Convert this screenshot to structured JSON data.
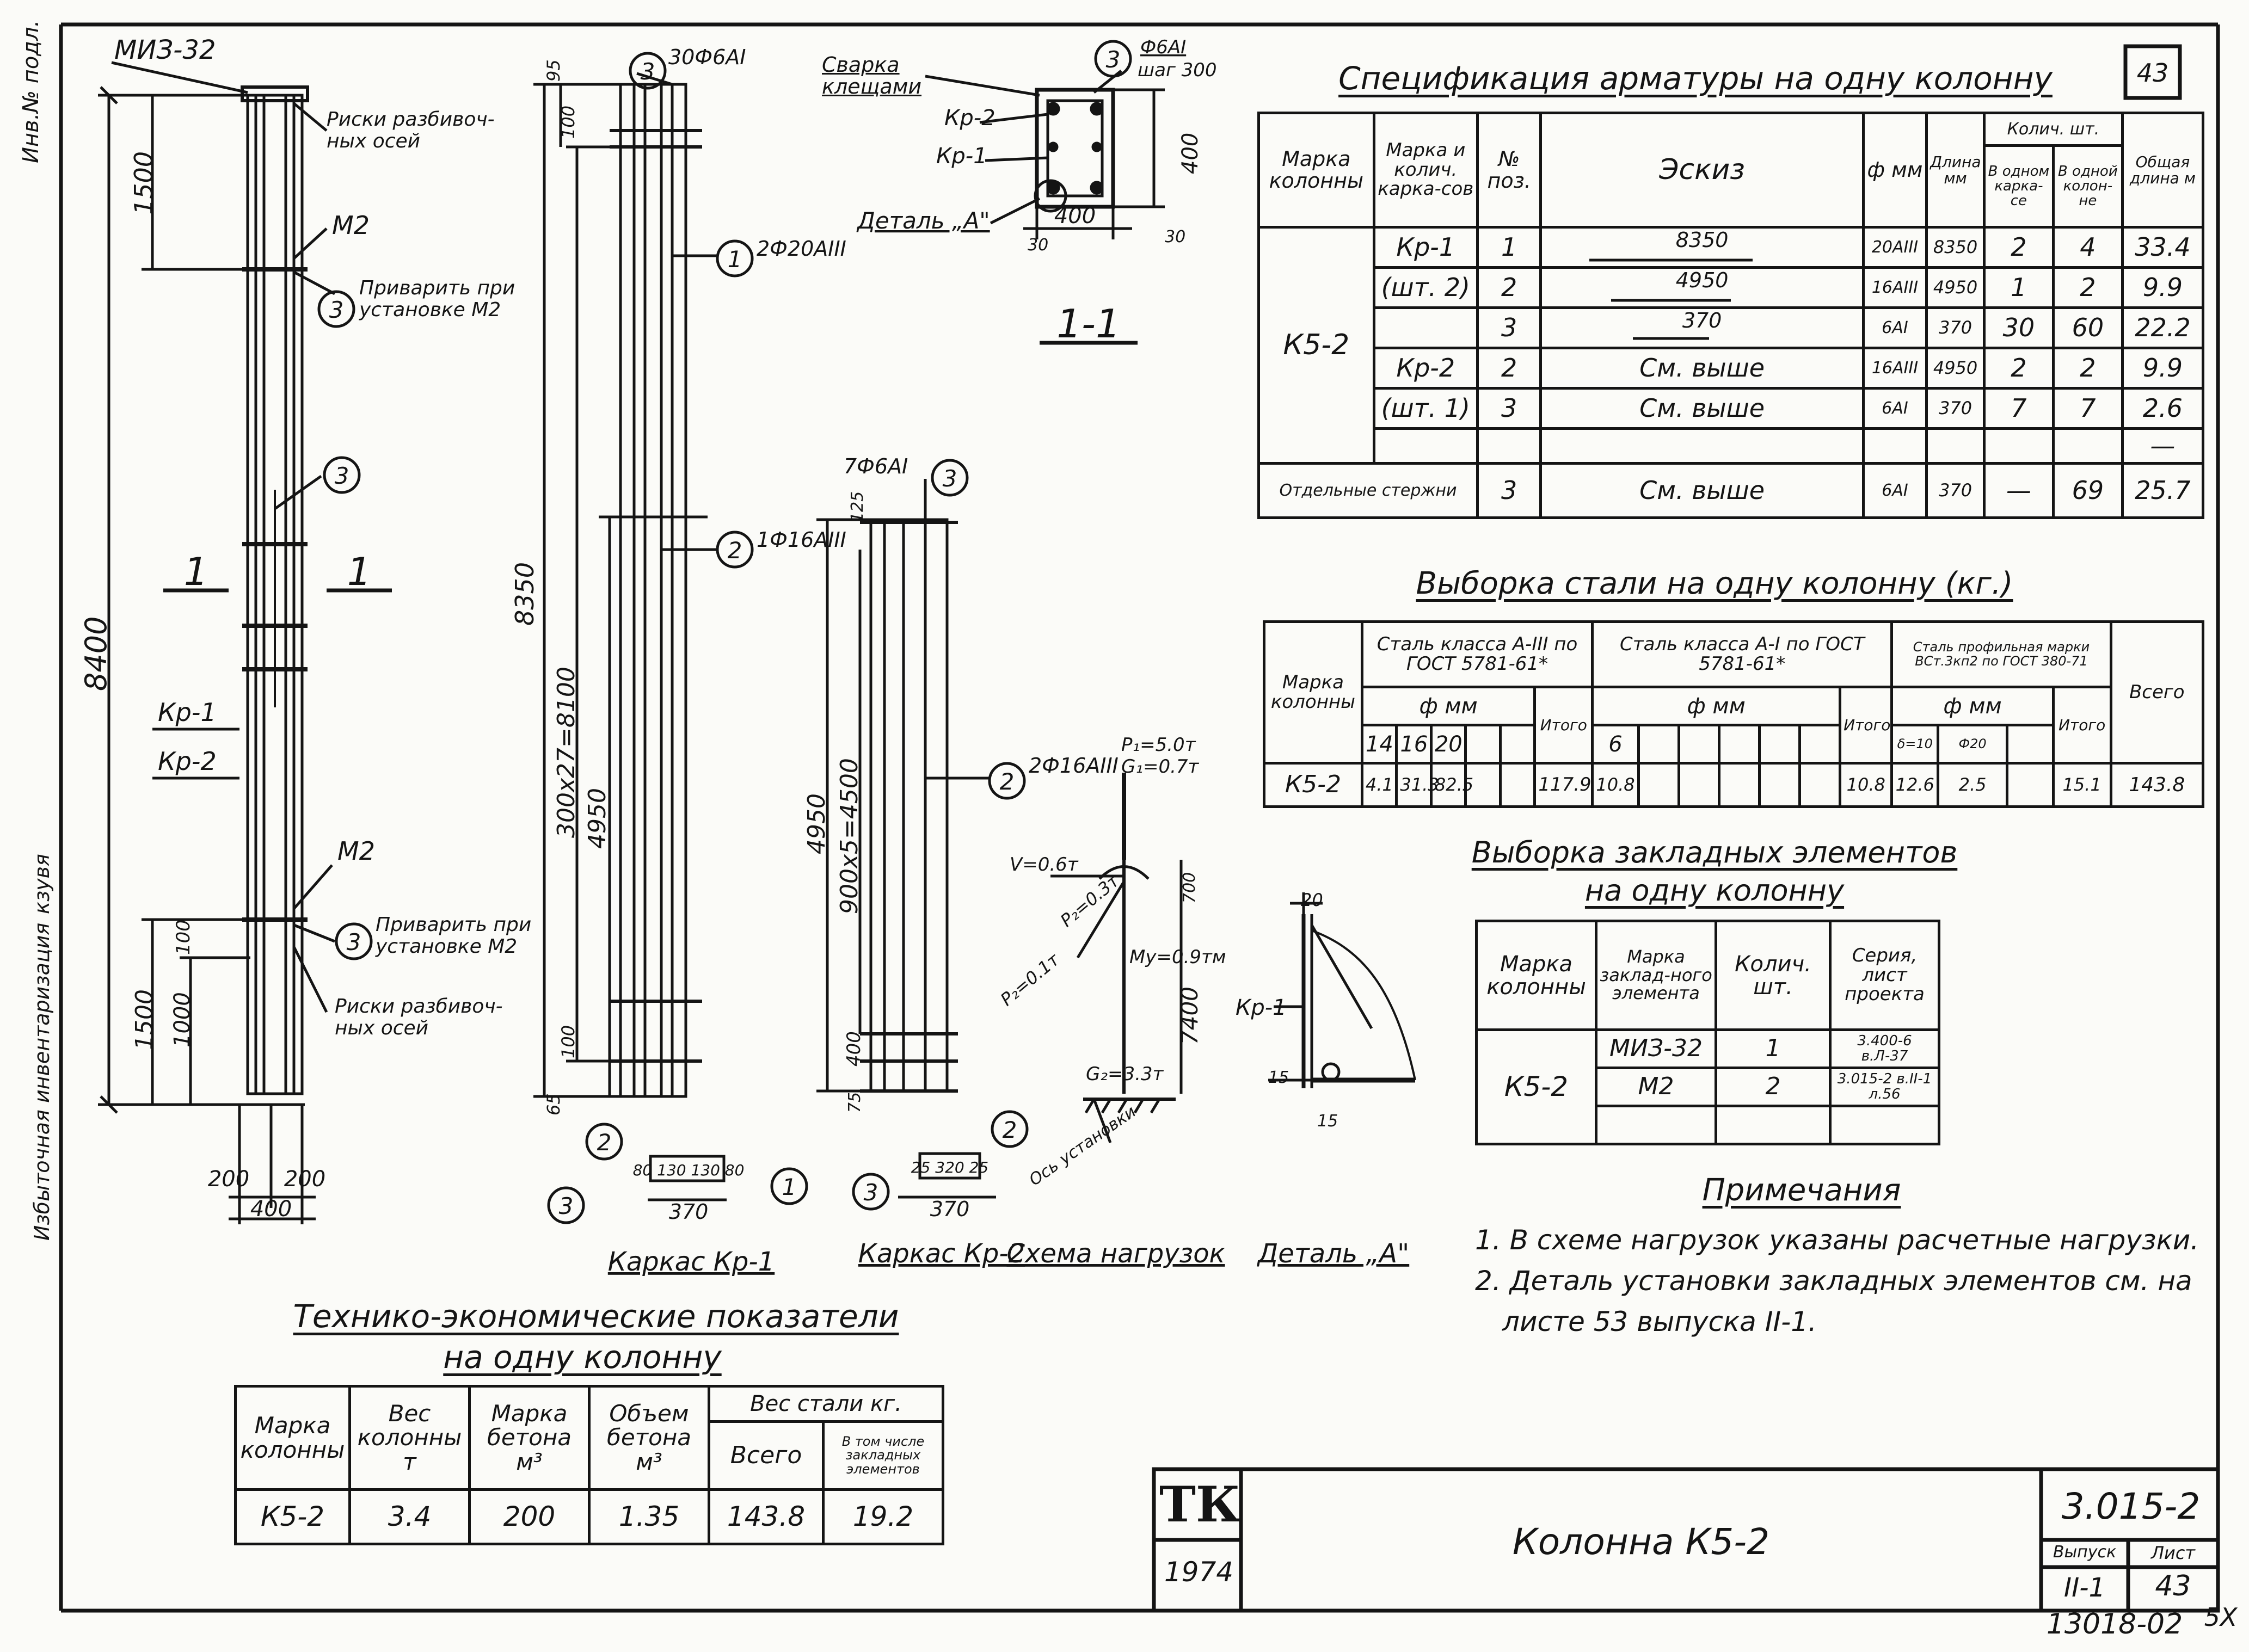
{
  "sheet": {
    "sheet_badge": "43",
    "stamp_number": "13018-02",
    "stamp_suffix": "5X"
  },
  "margin": {
    "inv_label": "Инв.№ подл.",
    "archive_label": "Избыточная инвентаризация",
    "archive_label2": "кзувя"
  },
  "column_drawing": {
    "embedded_element": "МИЗ-32",
    "dim_top": "1500",
    "dim_total": "8400",
    "dim_bottom": "1500",
    "dim_1000": "1000",
    "dim_100": "100",
    "risks_top": "Риски разбивоч-ных осей",
    "m2_top": "М2",
    "weld_top": "Приварить при установке М2",
    "bar_circle_top": "3",
    "bar_circle_mid": "3",
    "section_mark_left": "1",
    "section_mark_right": "1",
    "frame_kr1": "Кр-1",
    "frame_kr2": "Кр-2",
    "m2_bottom": "М2",
    "weld_bottom": "Приварить при установке М2",
    "bar_circle_bottom": "3",
    "risks_bottom": "Риски разбивоч-ных осей",
    "width_left": "200",
    "width_right": "200",
    "width_total": "400"
  },
  "frame_kr1": {
    "caption": "Каркас Кр-1",
    "bar3_label": "30Ф6АI",
    "bar3_num": "3",
    "bar1_label": "2Ф20АIII",
    "bar1_num": "1",
    "bar2_label": "1Ф16АIII",
    "bar2_num": "2",
    "dim_8350": "8350",
    "dim_spacing": "300x27=8100",
    "dim_4950": "4950",
    "dim_95": "95",
    "dim_100": "100",
    "dim_65": "65",
    "dim_100b": "100",
    "sec_num_2": "2",
    "sec_num_3": "3",
    "sec_num_1": "1",
    "sec_dims": "80 130 130 80",
    "sec_width": "370"
  },
  "frame_kr2": {
    "caption": "Каркас Кр-2",
    "bar3_label": "7Ф6АI",
    "bar3_num": "3",
    "bar2_label": "2Ф16АIII",
    "bar2_num": "2",
    "dim_4950": "4950",
    "dim_spacing": "900x5=4500",
    "dim_125": "125",
    "dim_400": "400",
    "dim_75": "75",
    "sec_num_3": "3",
    "sec_num_2": "2",
    "sec_dims": "25 320 25",
    "sec_width": "370"
  },
  "section_1_1": {
    "title": "1-1",
    "weld_note": "Сварка клещами",
    "kr2": "Кр-2",
    "kr1": "Кр-1",
    "detail": "Деталь „А\"",
    "bar_num": "3",
    "bar_label": "Ф6АI",
    "bar_step": "шаг 300",
    "dim_height": "400",
    "dim_width": "400",
    "dim_30": "30",
    "dim_30b": "30"
  },
  "load_scheme": {
    "caption": "Схема нагрузок",
    "p1": "P₁=5.0т",
    "g1": "G₁=0.7т",
    "v": "V=0.6т",
    "p2": "P₂=0.1т",
    "p3": "P₂=0.3т",
    "m": "Mу=0.9тм",
    "g2": "G₂=3.3т",
    "axis": "Ось установки",
    "dim_7400": "7400",
    "dim_700": "700"
  },
  "detail_a": {
    "caption": "Деталь „А\"",
    "kr1": "Кр-1",
    "dim_20": "20",
    "dim_15": "15",
    "dim_15b": "15"
  },
  "spec_table": {
    "title": "Спецификация арматуры на одну колонну",
    "headers": {
      "mark": "Марка колонны",
      "frame": "Марка и колич. карка-сов",
      "pos": "№ поз.",
      "sketch": "Эскиз",
      "dia": "ф мм",
      "length": "Длина мм",
      "qty": "Колич. шт.",
      "qty_frame": "В одном карка-се",
      "qty_column": "В одной колон-не",
      "total_len": "Общая длина м"
    },
    "column_mark": "К5-2",
    "rows": [
      {
        "frame": "Кр-1",
        "pos": "1",
        "sketch": "8350",
        "dia": "20АIII",
        "length": "8350",
        "qf": "2",
        "qc": "4",
        "tot": "33.4"
      },
      {
        "frame": "(шт. 2)",
        "pos": "2",
        "sketch": "4950",
        "dia": "16АIII",
        "length": "4950",
        "qf": "1",
        "qc": "2",
        "tot": "9.9"
      },
      {
        "frame": "",
        "pos": "3",
        "sketch": "370",
        "dia": "6АI",
        "length": "370",
        "qf": "30",
        "qc": "60",
        "tot": "22.2"
      },
      {
        "frame": "Кр-2",
        "pos": "2",
        "sketch": "См. выше",
        "dia": "16АIII",
        "length": "4950",
        "qf": "2",
        "qc": "2",
        "tot": "9.9"
      },
      {
        "frame": "(шт. 1)",
        "pos": "3",
        "sketch": "См. выше",
        "dia": "6АI",
        "length": "370",
        "qf": "7",
        "qc": "7",
        "tot": "2.6"
      },
      {
        "frame": "",
        "pos": "",
        "sketch": "",
        "dia": "",
        "length": "",
        "qf": "",
        "qc": "",
        "tot": "—"
      },
      {
        "frame": "Отдельные стержни",
        "pos": "3",
        "sketch": "См. выше",
        "dia": "6АI",
        "length": "370",
        "qf": "—",
        "qc": "69",
        "tot": "25.7"
      }
    ]
  },
  "steel_table": {
    "title": "Выборка стали на одну колонну (кг.)",
    "mark": "Марка колонны",
    "group1": "Сталь класса А-III по ГОСТ 5781-61*",
    "group2": "Сталь класса А-I по ГОСТ 5781-61*",
    "group3": "Сталь профильная марки ВСт.3кп2 по ГОСТ 380-71",
    "dia_mm": "ф мм",
    "dia_mm2": "ф мм",
    "dia_mm3": "ф мм",
    "itogo": "Итого",
    "itogo2": "Итого",
    "itogo3": "Итого",
    "vsego": "Всего",
    "g1_d": [
      "14",
      "16",
      "20",
      "",
      ""
    ],
    "g2_d": [
      "6",
      "",
      "",
      "",
      "",
      ""
    ],
    "g3_d": [
      "δ=10",
      "Ф20",
      ""
    ],
    "row": {
      "mark": "К5-2",
      "g1": [
        "4.1",
        "31.3",
        "82.5",
        "",
        ""
      ],
      "g1_total": "117.9",
      "g2": [
        "10.8",
        "",
        "",
        "",
        "",
        ""
      ],
      "g2_total": "10.8",
      "g3": [
        "12.6",
        "2.5",
        ""
      ],
      "g3_total": "15.1",
      "total": "143.8"
    }
  },
  "embedded_table": {
    "title_line1": "Выборка закладных элементов",
    "title_line2": "на одну колонну",
    "headers": {
      "mark": "Марка колонны",
      "el_mark": "Марка заклад-ного элемента",
      "qty": "Колич. шт.",
      "series": "Серия, лист проекта"
    },
    "column_mark": "К5-2",
    "rows": [
      {
        "el": "МИЗ-32",
        "qty": "1",
        "series": "3.400-6 в.Л-37"
      },
      {
        "el": "М2",
        "qty": "2",
        "series": "3.015-2 в.II-1 л.56"
      },
      {
        "el": "",
        "qty": "",
        "series": ""
      }
    ]
  },
  "notes": {
    "title": "Примечания",
    "line1": "1. В схеме нагрузок указаны расчетные нагрузки.",
    "line2": "2. Деталь установки закладных элементов см. на",
    "line3": "листе 53 выпуска II-1."
  },
  "tep_table": {
    "title_line1": "Технико-экономические показатели",
    "title_line2": "на одну колонну",
    "headers": {
      "mark": "Марка колонны",
      "weight": "Вес колонны т",
      "concrete": "Марка бетона м³",
      "volume": "Объем бетона м³",
      "steel": "Вес стали кг.",
      "total": "Всего",
      "incl": "В том числе закладных элементов"
    },
    "row": {
      "mark": "К5-2",
      "weight": "3.4",
      "concrete": "200",
      "volume": "1.35",
      "total": "143.8",
      "incl": "19.2"
    }
  },
  "title_block": {
    "logo": "ТК",
    "year": "1974",
    "name": "Колонна К5-2",
    "series": "3.015-2",
    "issue_label": "Выпуск",
    "issue_value": "II-1",
    "sheet_label": "Лист",
    "sheet_value": "43"
  }
}
